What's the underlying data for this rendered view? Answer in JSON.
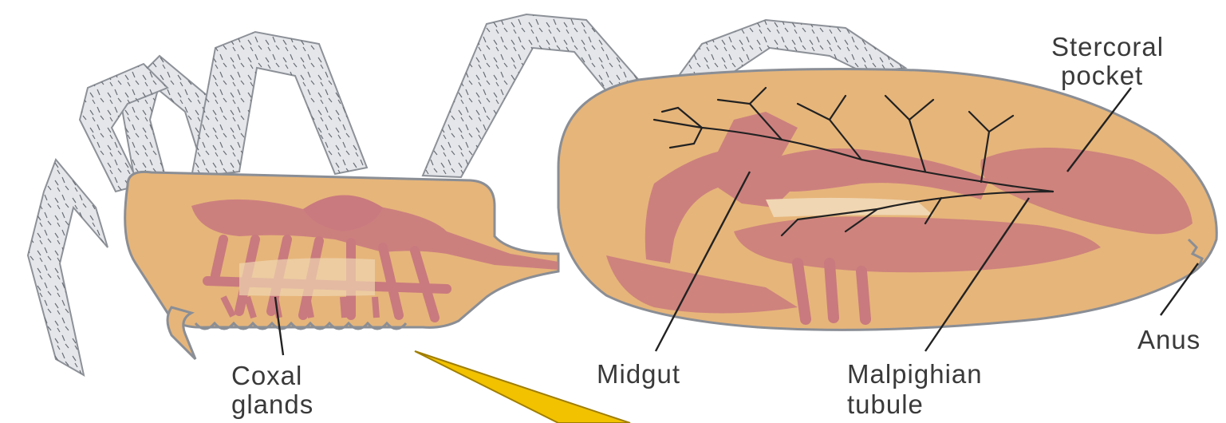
{
  "labels": {
    "stercoral_line1": "Stercoral",
    "stercoral_line2": "pocket",
    "coxal_line1": "Coxal",
    "coxal_line2": "glands",
    "midgut": "Midgut",
    "malpighian_line1": "Malpighian",
    "malpighian_line2": "tubule",
    "anus": "Anus"
  },
  "colors": {
    "body_fill": "#e6b57a",
    "body_stroke": "#8a8e95",
    "organ_fill": "#c97a7e",
    "organ_light": "#d99a98",
    "legs_fill": "#e4e6ea",
    "pointer_fill": "#f2c200",
    "line_color": "#222222"
  }
}
